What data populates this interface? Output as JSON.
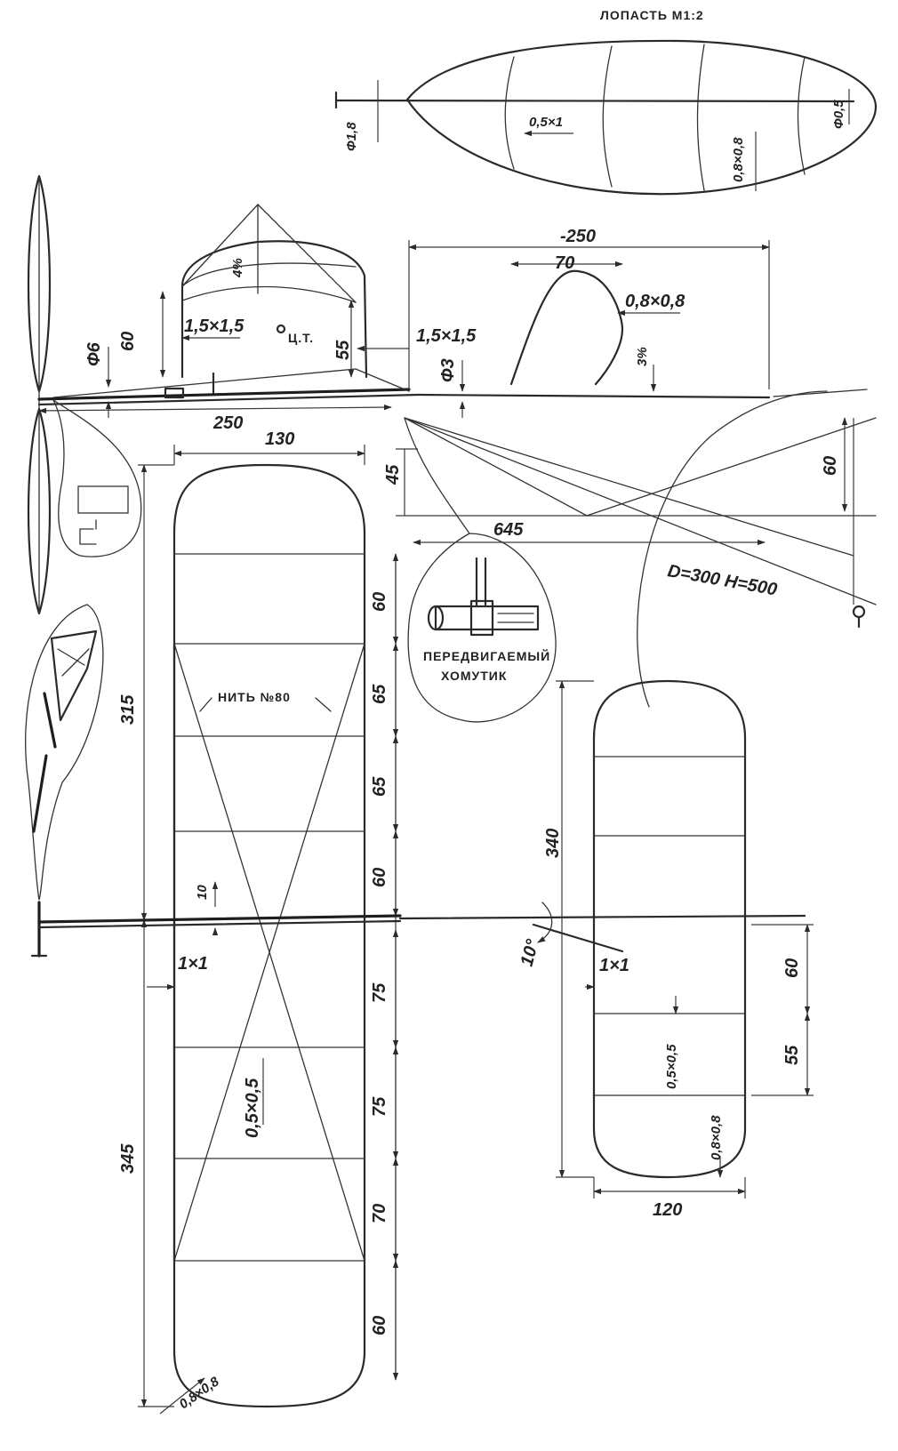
{
  "labels": {
    "blade_title": "ЛОПАСТЬ М1:2",
    "blade_phi18": "Ф1,8",
    "blade_05x1": "0,5×1",
    "blade_08x08": "0,8×0,8",
    "blade_phi05": "Ф0,5",
    "fin_250": "-250",
    "fin_70": "70",
    "fin_08x08": "0,8×0,8",
    "fin_3pct": "3%",
    "cabin_4pct": "4%",
    "dim_60": "60",
    "dim_15x15_a": "1,5×1,5",
    "cg": "Ц.Т.",
    "dim_55": "55",
    "dim_15x15_b": "1,5×1,5",
    "phi6": "Ф6",
    "phi3": "Ф3",
    "fus_250": "250",
    "wing_130": "130",
    "dim_45": "45",
    "dim_645": "645",
    "dim_60_side": "60",
    "flight": "D=300  H=500",
    "collar_line1": "ПЕРЕДВИГАЕМЫЙ",
    "collar_line2": "ХОМУТИК",
    "thread": "НИТЬ №80",
    "wing_315": "315",
    "wing_345": "345",
    "rib_60a": "60",
    "rib_65a": "65",
    "rib_65b": "65",
    "rib_60b": "60",
    "rib_75a": "75",
    "rib_75b": "75",
    "rib_70": "70",
    "rib_60c": "60",
    "dim_10": "10",
    "dim_1x1_a": "1×1",
    "dim_05x05_wing": "0,5×0,5",
    "dim_08x08_wing": "0,8×0,8",
    "angle_10": "10°",
    "dim_1x1_b": "1×1",
    "stab_340": "340",
    "stab_60": "60",
    "stab_55": "55",
    "stab_05x05": "0,5×0,5",
    "stab_08x08": "0,8×0,8",
    "stab_120": "120"
  }
}
